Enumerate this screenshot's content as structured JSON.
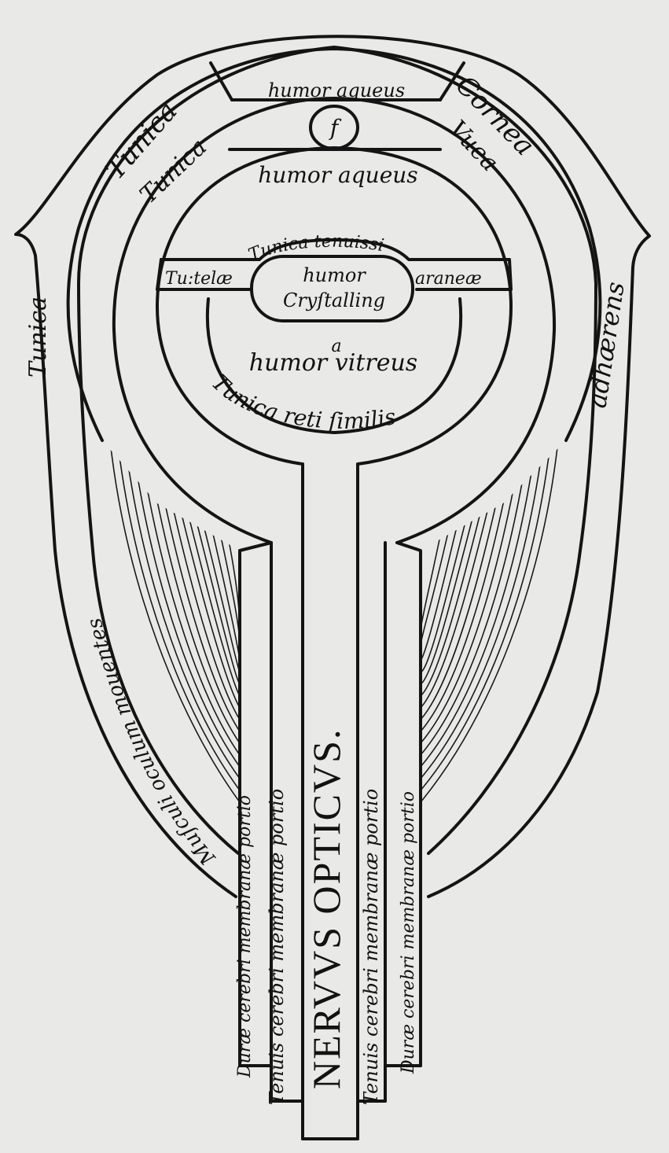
{
  "labels": {
    "humor_aqueus_top": "humor aqueus",
    "letter_f": "f",
    "tunica_outer": "Tunica",
    "cornea": "Cornea",
    "tunica_inner": "Tunica",
    "uuea": "Vuea",
    "humor_aqueus": "humor aqueus",
    "tunica_tenuissi": "Tunica tenuissi",
    "tutelae": "Tu:telæ",
    "araneae": "araneæ",
    "humor_crystallinus_1": "humor",
    "humor_crystallinus_2": "Cryſtalling",
    "letter_a": "a",
    "humor_vitreus": "humor vitreus",
    "tunica_reti_similis": "Tunica reti ſimilis",
    "tunica_adhaerens_left": "Tunica",
    "adhaerens": "adhærens",
    "musculi": "Muſculi oculum mouentes",
    "dura_left": "Duræ cerebri membranæ portio",
    "tenuis_left": "Tenuis cerebri membranæ portio",
    "nervus_opticus": "NERVVS OPTICVS.",
    "tenuis_right": "Tenuis cerebri membranæ portio",
    "dura_right": "Duræ cerebri membranæ portio"
  }
}
